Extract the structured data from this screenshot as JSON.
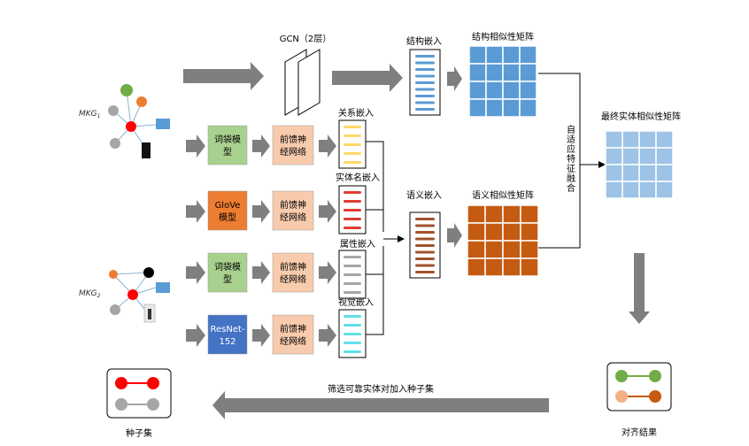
{
  "labels": {
    "gcn": "GCN（2层）",
    "struct_embed": "结构嵌入",
    "struct_sim": "结构相似性矩阵",
    "final_sim": "最终实体相似性矩阵",
    "fusion": "自适应特征融合",
    "mkg1": "MKG",
    "mkg1_sub": "1",
    "mkg2": "MKG",
    "mkg2_sub": "2",
    "bow1_l1": "词袋模",
    "bow1_l2": "型",
    "glove_l1": "GloVe",
    "glove_l2": "模型",
    "bow2_l1": "词袋模",
    "bow2_l2": "型",
    "resnet_l1": "ResNet-",
    "resnet_l2": "152",
    "ffn_l1": "前馈神",
    "ffn_l2": "经网络",
    "rel_embed": "关系嵌入",
    "name_embed": "实体名嵌入",
    "attr_embed": "属性嵌入",
    "vis_embed": "视觉嵌入",
    "sem_embed": "语义嵌入",
    "sem_sim": "语义相似性矩阵",
    "filter": "筛选可靠实体对加入种子集",
    "seed": "种子集",
    "result": "对齐结果"
  },
  "colors": {
    "arrow": "#7f7f7f",
    "struct_blue": "#5b9bd5",
    "final_blue": "#9dc3e6",
    "sem_orange": "#c55a11",
    "bow_green": "#a9d18e",
    "glove_orange": "#ed7d31",
    "resnet_blue": "#4472c4",
    "ffn_peach": "#f8cbad",
    "rel_yellow": "#ffd966",
    "name_red": "#e03c31",
    "attr_gray": "#a6a6a6",
    "vis_cyan": "#5fe0e8",
    "sem_brown": "#a0522d",
    "node_green": "#70ad47",
    "node_red": "#ff0000",
    "node_gray": "#a6a6a6",
    "node_black": "#000000",
    "node_peach": "#f4b183",
    "node_brown": "#c55a11",
    "img_blue": "#5b9bd5"
  }
}
